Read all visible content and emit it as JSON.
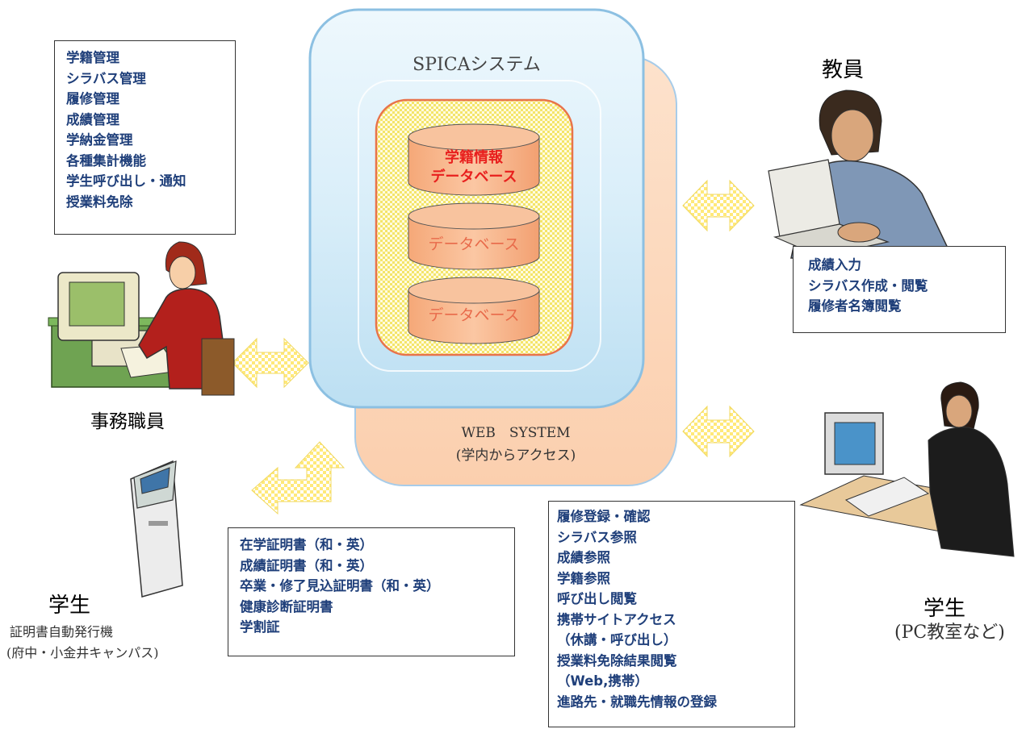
{
  "system": {
    "spica_title": "SPICAシステム",
    "web_title": "WEB　SYSTEM",
    "web_subtitle": "(学内からアクセス)"
  },
  "databases": [
    {
      "label_line1": "学籍情報",
      "label_line2": "データベース"
    },
    {
      "label_line1": "データベース",
      "label_line2": ""
    },
    {
      "label_line1": "データベース",
      "label_line2": ""
    }
  ],
  "staff": {
    "label": "事務職員",
    "functions": [
      "学籍管理",
      "シラバス管理",
      "履修管理",
      "成績管理",
      "学納金管理",
      "各種集計機能",
      "学生呼び出し・通知",
      "授業料免除"
    ]
  },
  "faculty": {
    "label": "教員",
    "functions": [
      "成績入力",
      "シラバス作成・閲覧",
      "履修者名簿閲覧"
    ]
  },
  "student_pc": {
    "label": "学生",
    "sublabel": "(PC教室など)",
    "functions": [
      "履修登録・確認",
      "シラバス参照",
      "成績参照",
      "学籍参照",
      "呼び出し閲覧",
      "携帯サイトアクセス",
      "（休講・呼び出し）",
      "授業料免除結果閲覧",
      "（Web,携帯）",
      "進路先・就職先情報の登録"
    ]
  },
  "student_kiosk": {
    "label": "学生",
    "sublabel_line1": "証明書自動発行機",
    "sublabel_line2": "(府中・小金井キャンパス)",
    "functions": [
      "在学証明書（和・英）",
      "成績証明書（和・英）",
      "卒業・修了見込証明書（和・英）",
      "健康診断証明書",
      "学割証"
    ]
  },
  "colors": {
    "spica_fill": "#cfe8f6",
    "web_fill": "#fbd3b0",
    "db_fill": "#f8b98c",
    "db_highlight_text": "#e8201e",
    "db_text": "#e86a4a",
    "arrow_checker_a": "#fff3a6",
    "arrow_checker_b": "#ffffff",
    "list_text": "#1f3f7a"
  }
}
